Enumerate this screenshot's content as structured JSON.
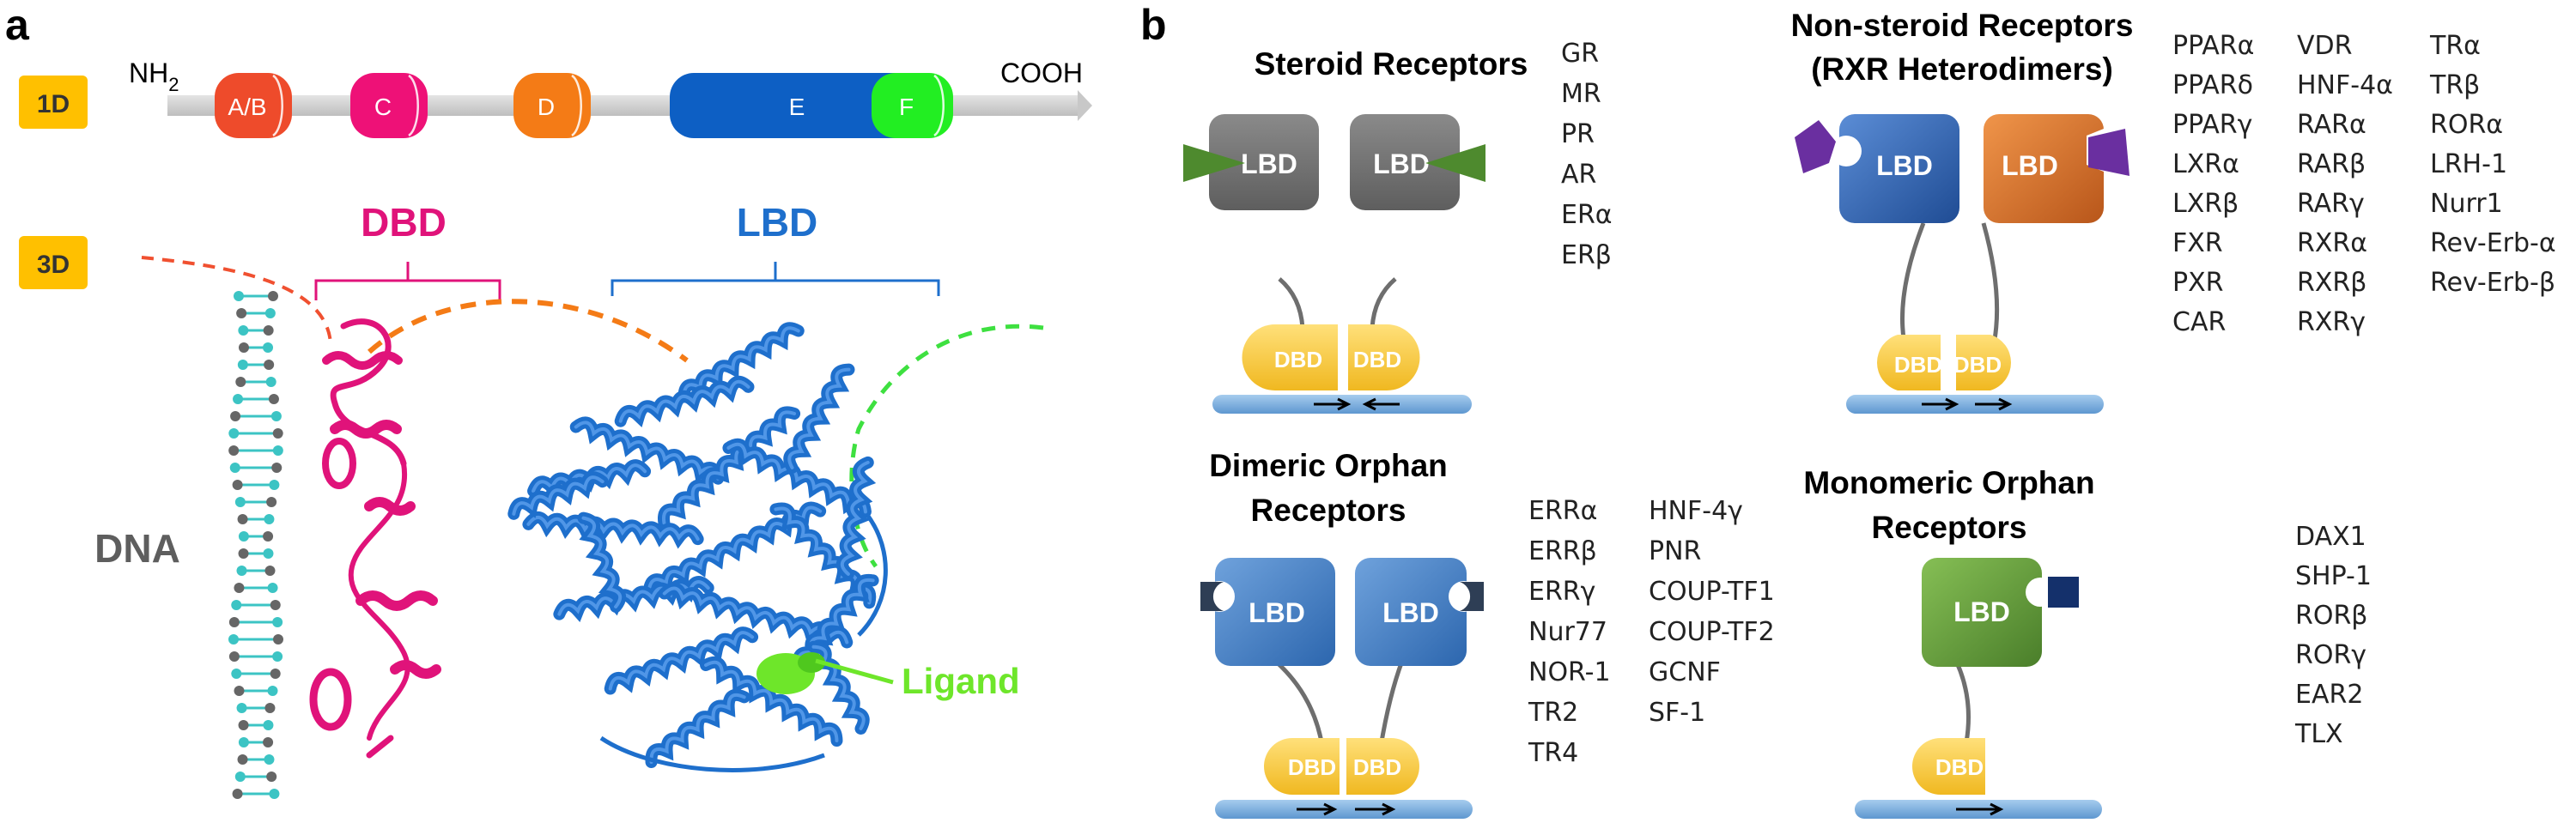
{
  "panel_a": {
    "label": "a",
    "tag_1d": "1D",
    "tag_3d": "3D",
    "nterm": "NH",
    "nterm_sub": "2",
    "cterm": "COOH",
    "domains": [
      {
        "label": "A/B",
        "color": "#EE4B2B"
      },
      {
        "label": "C",
        "color": "#EE1177"
      },
      {
        "label": "D",
        "color": "#F47B16"
      },
      {
        "label": "E",
        "color": "#0D5FC4"
      },
      {
        "label": "F",
        "color": "#22EE22"
      }
    ],
    "dbd_label": "DBD",
    "lbd_label": "LBD",
    "dna_label": "DNA",
    "ligand_label": "Ligand",
    "colors": {
      "dbd": "#E0137A",
      "lbd": "#1E6FCC",
      "ligand": "#6EE62A",
      "tag": "#FFC000",
      "dna_cyan": "#3CC4C4",
      "dna_gray": "#666666"
    }
  },
  "panel_b": {
    "label": "b",
    "lbd_text": "LBD",
    "dbd_text": "DBD",
    "steroid": {
      "title": "Steroid Receptors",
      "list": [
        "GR",
        "MR",
        "PR",
        "AR",
        "ERα",
        "ERβ"
      ]
    },
    "nonsteroid": {
      "title_line1": "Non-steroid Receptors",
      "title_line2": "(RXR Heterodimers)",
      "col1": [
        "PPARα",
        "PPARδ",
        "PPARγ",
        "LXRα",
        "LXRβ",
        "FXR",
        "PXR",
        "CAR"
      ],
      "col2": [
        "VDR",
        "HNF-4α",
        "RARα",
        "RARβ",
        "RARγ",
        "RXRα",
        "RXRβ",
        "RXRγ"
      ],
      "col3": [
        "TRα",
        "TRβ",
        "RORα",
        "LRH-1",
        "Nurr1",
        "Rev-Erb-α",
        "Rev-Erb-β"
      ]
    },
    "dimeric": {
      "title_line1": "Dimeric Orphan",
      "title_line2": "Receptors",
      "col1": [
        "ERRα",
        "ERRβ",
        "ERRγ",
        "Nur77",
        "NOR-1",
        "TR2",
        "TR4"
      ],
      "col2": [
        "HNF-4γ",
        "PNR",
        "COUP-TF1",
        "COUP-TF2",
        "GCNF",
        "SF-1"
      ]
    },
    "monomeric": {
      "title_line1": "Monomeric Orphan",
      "title_line2": "Receptors",
      "list": [
        "DAX1",
        "SHP-1",
        "RORβ",
        "RORγ",
        "EAR2",
        "TLX"
      ]
    },
    "colors": {
      "gray_lbd": "#6E6E6E",
      "blue_lbd": "#2E5FA8",
      "orange_lbd": "#D2691E",
      "mid_blue_lbd": "#3A7CC0",
      "green_lbd": "#5E9A35",
      "dbd": "#F5C330",
      "dna_bar": "#7BB1E0",
      "ligand_green": "#4E8A2E",
      "ligand_purple": "#6A2FA0",
      "coactivator_dark": "#2E3E55",
      "coactivator_navy": "#14306B"
    }
  }
}
